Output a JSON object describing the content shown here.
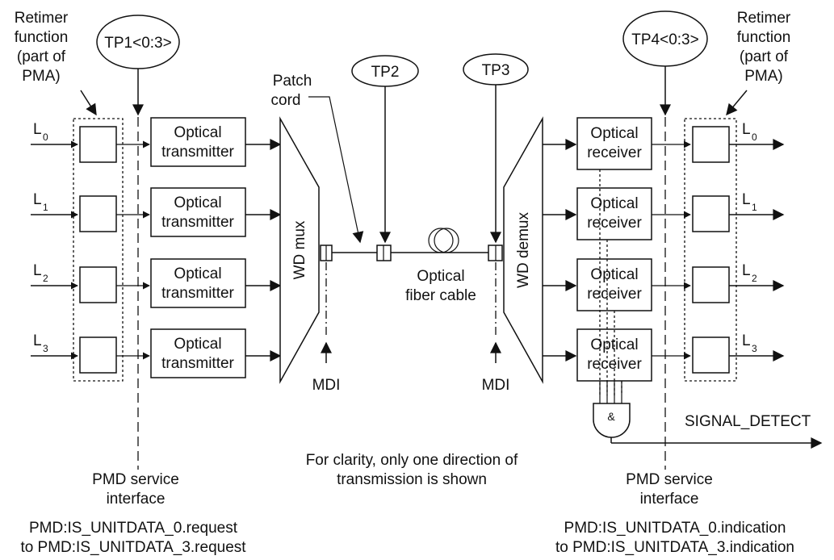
{
  "labels": {
    "retimer_left": [
      "Retimer",
      "function",
      "(part of",
      "PMA)"
    ],
    "retimer_right": [
      "Retimer",
      "function",
      "(part of",
      "PMA)"
    ],
    "tp1": "TP1<0:3>",
    "tp2": "TP2",
    "tp3": "TP3",
    "tp4": "TP4<0:3>",
    "patch_cord": [
      "Patch",
      "cord"
    ],
    "wd_mux": "WD mux",
    "wd_demux": "WD demux",
    "fiber": [
      "Optical",
      "fiber cable"
    ],
    "mdi_left": "MDI",
    "mdi_right": "MDI",
    "signal_detect": "SIGNAL_DETECT",
    "note": [
      "For clarity, only one direction of",
      "transmission is shown"
    ],
    "pmd_left": [
      "PMD service",
      "interface"
    ],
    "pmd_right": [
      "PMD service",
      "interface"
    ],
    "prim_left": [
      "PMD:IS_UNITDATA_0.request",
      "to PMD:IS_UNITDATA_3.request"
    ],
    "prim_right": [
      "PMD:IS_UNITDATA_0.indication",
      "to PMD:IS_UNITDATA_3.indication"
    ]
  },
  "transmitters": [
    {
      "line1": "Optical",
      "line2": "transmitter"
    },
    {
      "line1": "Optical",
      "line2": "transmitter"
    },
    {
      "line1": "Optical",
      "line2": "transmitter"
    },
    {
      "line1": "Optical",
      "line2": "transmitter"
    }
  ],
  "receivers": [
    {
      "line1": "Optical",
      "line2": "receiver"
    },
    {
      "line1": "Optical",
      "line2": "receiver"
    },
    {
      "line1": "Optical",
      "line2": "receiver"
    },
    {
      "line1": "Optical",
      "line2": "receiver"
    }
  ],
  "lanes_in": [
    {
      "letter": "L",
      "index": "0"
    },
    {
      "letter": "L",
      "index": "1"
    },
    {
      "letter": "L",
      "index": "2"
    },
    {
      "letter": "L",
      "index": "3"
    }
  ],
  "lanes_out": [
    {
      "letter": "L",
      "index": "0"
    },
    {
      "letter": "L",
      "index": "1"
    },
    {
      "letter": "L",
      "index": "2"
    },
    {
      "letter": "L",
      "index": "3"
    }
  ],
  "and_gate_symbol": "&"
}
